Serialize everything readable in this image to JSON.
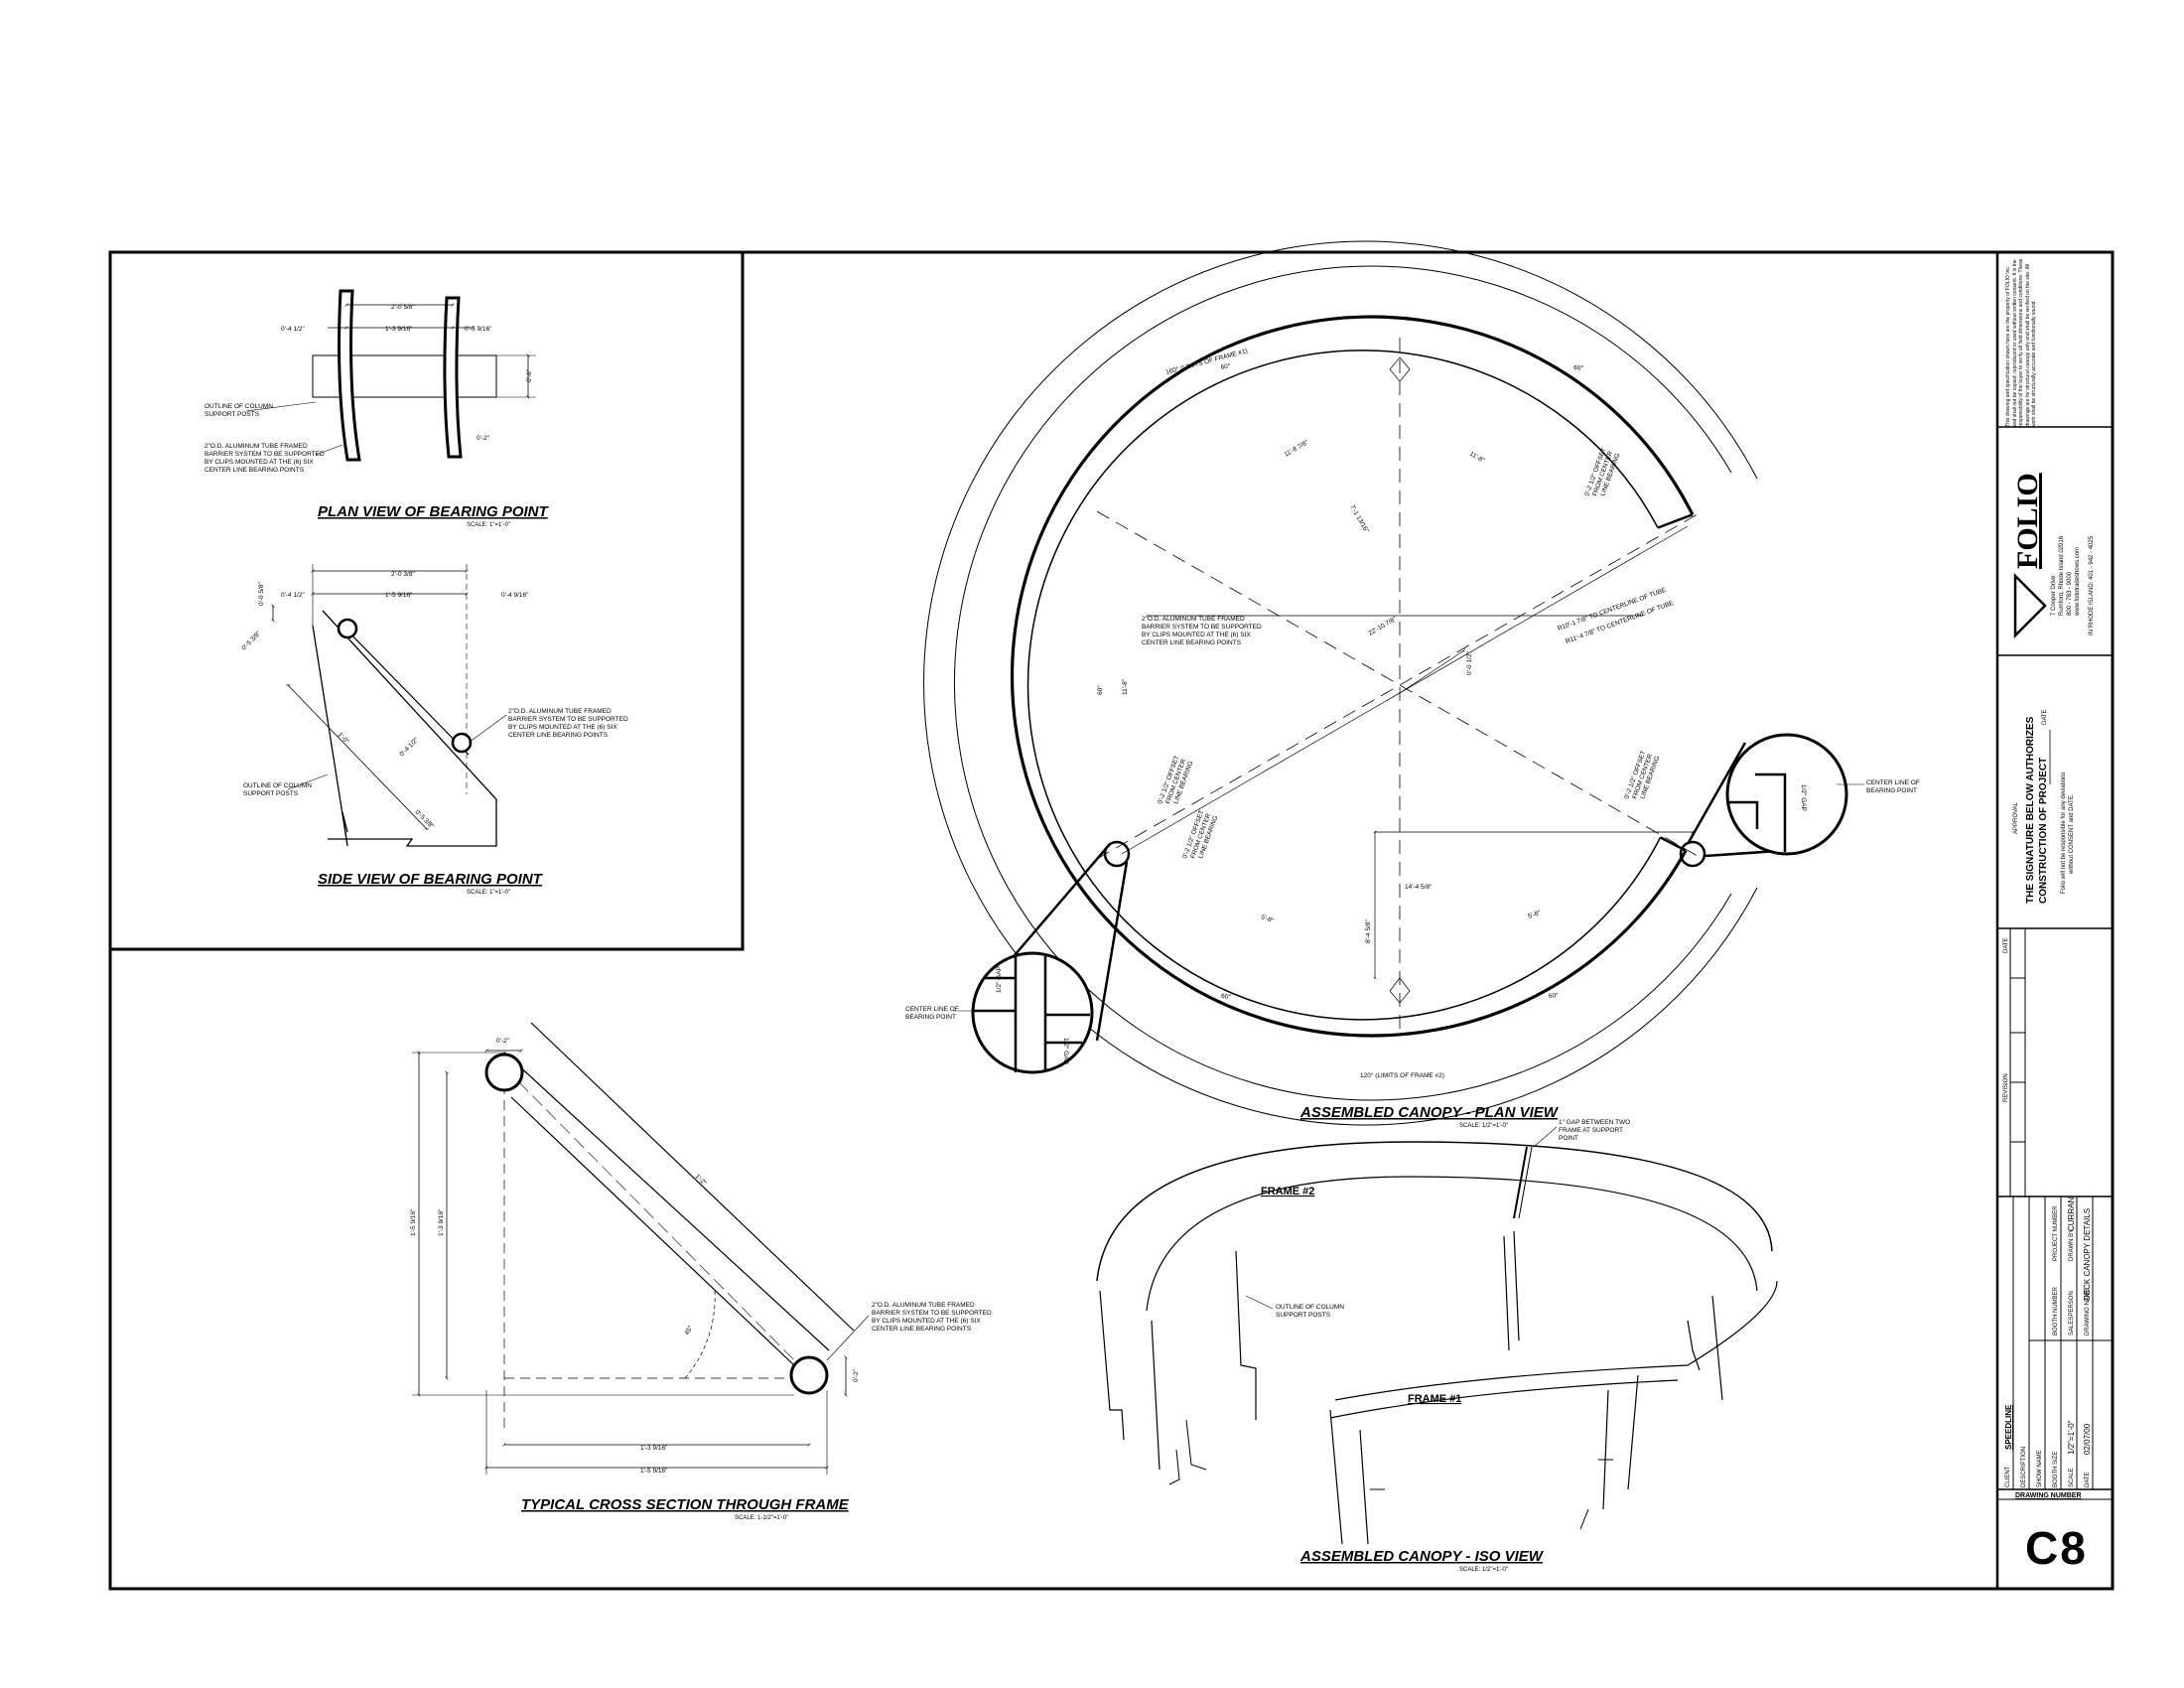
{
  "details": {
    "plan_bearing": {
      "title": "PLAN VIEW OF BEARING POINT",
      "scale": "SCALE: 1\"=1'-0\"",
      "dims": [
        "2'-0 5/8\"",
        "0'-4 1/2\"",
        "1'-3 9/16\"",
        "0'-5 9/16\"",
        "0'-6\"",
        "0'-2\""
      ],
      "note_posts": [
        "OUTLINE OF COLUMN",
        "SUPPORT POSTS"
      ],
      "note_tube": [
        "2\"O.D. ALUMINUM TUBE FRAMED",
        "BARRIER SYSTEM TO BE SUPPORTED",
        "BY CLIPS MOUNTED AT THE (6) SIX",
        "CENTER LINE BEARING POINTS"
      ]
    },
    "side_bearing": {
      "title": "SIDE VIEW OF BEARING POINT",
      "scale": "SCALE: 1\"=1'-0\"",
      "dims": [
        "2'-0 3/8\"",
        "0'-4 1/2\"",
        "1'-5 9/16\"",
        "0'-4 9/16\"",
        "0'-0 5/8\"",
        "0'-5 3/8\"",
        "1'-0\"",
        "0'-4 1/2\"",
        "0'-5 3/8\""
      ],
      "note_posts": [
        "OUTLINE OF COLUMN",
        "SUPPORT POSTS"
      ],
      "note_tube": [
        "2\"O.D. ALUMINUM TUBE FRAMED",
        "BARRIER SYSTEM TO BE SUPPORTED",
        "BY CLIPS MOUNTED AT THE (6) SIX",
        "CENTER LINE BEARING POINTS"
      ]
    },
    "cross_section": {
      "title": "TYPICAL CROSS SECTION THROUGH FRAME",
      "scale": "SCALE: 1-1/2\"=1'-0\"",
      "dims": [
        "0'-2\"",
        "1'-5 9/16\"",
        "1'-3 9/16\"",
        "1'-2\"",
        "45°",
        "0'-2\"",
        "1'-3 9/16\"",
        "1'-5 9/16\""
      ],
      "note_tube": [
        "2\"O.D. ALUMINUM TUBE FRAMED",
        "BARRIER SYSTEM TO BE SUPPORTED",
        "BY CLIPS MOUNTED AT THE (6) SIX",
        "CENTER LINE BEARING POINTS"
      ]
    },
    "plan_view": {
      "title": "ASSEMBLED CANOPY - PLAN VIEW",
      "scale": "SCALE: 1/2\"=1'-0\"",
      "arc_top": "160° (LIMITS OF FRAME #1)",
      "arc_bottom": "120° (LIMITS OF FRAME #2)",
      "angle_60": "60°",
      "dims": [
        "11'-8 7/8\"",
        "11'-8\"",
        "7'-1 13/16\"",
        "22'-10 7/8\"",
        "0'-0 1/2\"",
        "14'-4 5/8\"",
        "5'-8\"",
        "5'-8\"",
        "8'-4 5/8\"",
        "11'-8\""
      ],
      "radius_note_1": "R10'-1 7/8\" TO CENTERLINE OF TUBE",
      "radius_note_2": "R11'-4 7/8\" TO CENTERLINE OF TUBE",
      "offset_note": [
        "0'-2 1/2\" OFFSET",
        "FROM CENTER",
        "LINE BEARING"
      ],
      "tube_note": [
        "2\"O.D. ALUMINUM TUBE FRAMED",
        "BARRIER SYSTEM TO BE SUPPORTED",
        "BY CLIPS MOUNTED AT THE (6) SIX",
        "CENTER LINE BEARING POINTS"
      ],
      "center_line": [
        "CENTER LINE OF",
        "BEARING POINT"
      ],
      "gap_left": [
        "1/2\" GAP",
        "1/2\" GAP"
      ],
      "gap_right": "1/2\" GAP"
    },
    "iso_view": {
      "title": "ASSEMBLED CANOPY - ISO VIEW",
      "scale": "SCALE: 1/2\"=1'-0\"",
      "frame2": "FRAME #2",
      "frame1": "FRAME #1",
      "gap_note": [
        "1\" GAP BETWEEN TWO",
        "FRAME AT SUPPORT",
        "POINT"
      ],
      "posts_note": [
        "OUTLINE OF COLUMN",
        "SUPPORT POSTS"
      ]
    }
  },
  "title_block": {
    "disclaimer": "This drawing and specification shown here are the property of FOLIO Inc. and shall not be copied, reproduced or used without written consent. It is the responsibility of the buyer to verify all field dimensions and conditions. These drawings are for structural canopy only and shall be verified on the site. All work shall be structurally accurate and functionally sound.",
    "logo": "FOLIO",
    "address": [
      "7 Cooper Drive",
      "Rumford, Rhode Island 02916",
      "800 - 783 - 9000",
      "www.foliotradeshows.com",
      "IN RHODE ISLAND: 401 - 942 - 4025"
    ],
    "approval": "APPROVAL",
    "authorize_1": "THE SIGNATURE BELOW AUTHORIZES",
    "authorize_2": "CONSTRUCTION OF PROJECT",
    "date_label": "DATE",
    "authorize_note_1": "Folio will not be responsible for any deviations",
    "authorize_note_2": "without CONSENT and DATE.",
    "rev_date": "DATE",
    "rev_revision": "REVISION",
    "client_label": "CLIENT",
    "client_value": "SPEEDLINE",
    "description_label": "DESCRIPTION",
    "show_name_label": "SHOW NAME",
    "booth_size_label": "BOOTH SIZE",
    "scale_label": "SCALE",
    "scale_value": "1/2\"=1'-0\"",
    "date_value": "02/07/00",
    "booth_number_label": "BOOTH NUMBER",
    "salesperson_label": "SALESPERSON",
    "drawn_by_label": "DRAWN BY",
    "drawn_by_value": "CURRAN",
    "drawing_name_label": "DRAWING NAME",
    "drawing_name_value": "DECK CANOPY DETAILS",
    "project_number_label": "PROJECT NUMBER",
    "drawing_number_label": "DRAWING NUMBER",
    "drawing_number": "C8"
  }
}
